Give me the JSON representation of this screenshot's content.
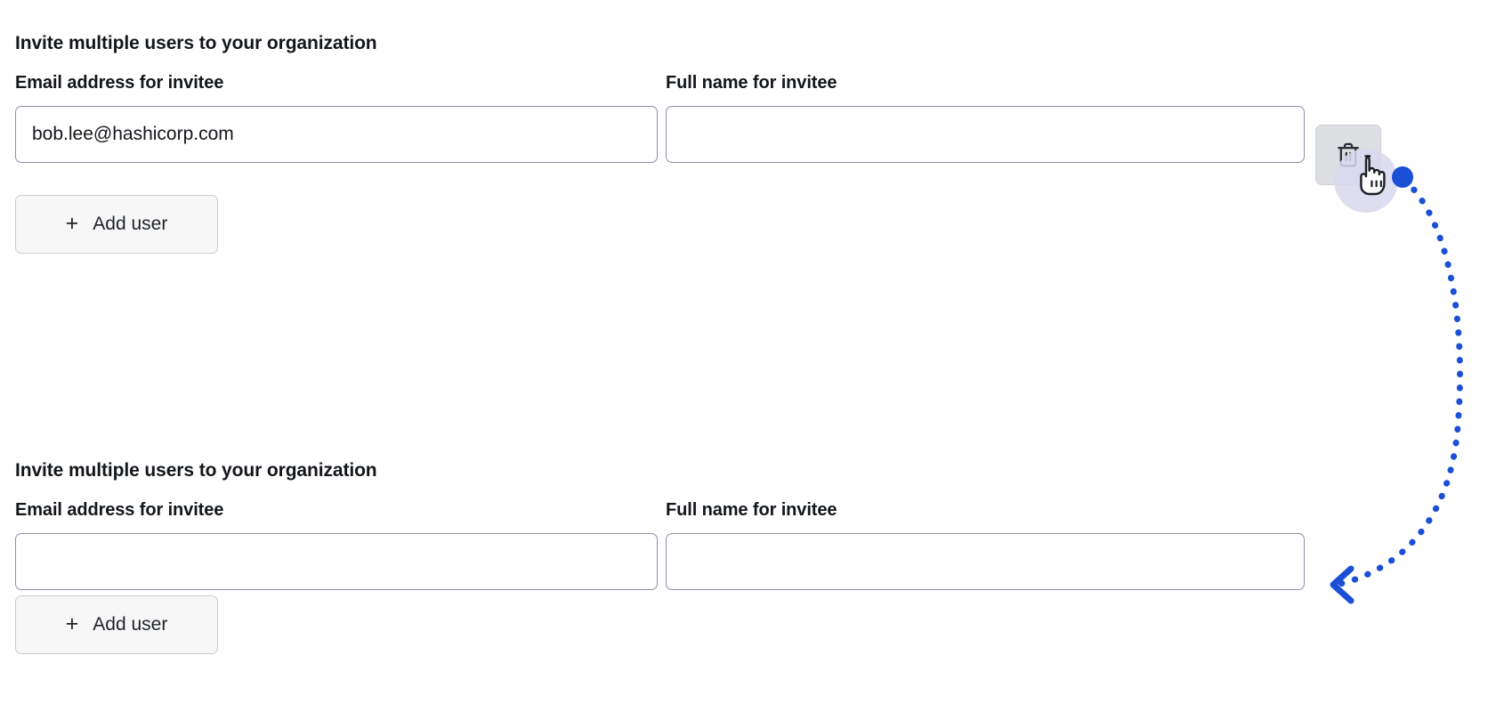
{
  "page": {
    "background": "#ffffff",
    "accent_blue": "#1a4fd6"
  },
  "sections": [
    {
      "id": "invite-top",
      "heading": "Invite multiple users to your organization",
      "email_field": {
        "label": "Email address for invitee",
        "value": "bob.lee@hashicorp.com",
        "placeholder": ""
      },
      "fullname_field": {
        "label": "Full name for invitee",
        "value": "",
        "placeholder": ""
      },
      "delete_button": {
        "icon": "trash-icon",
        "aria_label": "Delete invitee row",
        "state": "hovered"
      },
      "add_user_button": {
        "icon": "plus-icon",
        "label": "Add user"
      }
    },
    {
      "id": "invite-bottom",
      "heading": "Invite multiple users to your organization",
      "email_field": {
        "label": "Email address for invitee",
        "value": "",
        "placeholder": ""
      },
      "fullname_field": {
        "label": "Full name for invitee",
        "value": "",
        "placeholder": ""
      },
      "add_user_button": {
        "icon": "plus-icon",
        "label": "Add user"
      }
    }
  ],
  "annotation": {
    "cursor_icon": "pointing-hand-cursor-icon",
    "click_dot_color": "#1a4fd6",
    "arrow_style": "dotted-curved",
    "arrow_color": "#1a4fd6",
    "arrow_head": "chevron-left-arrowhead",
    "halo_color": "#d9d8ef"
  }
}
